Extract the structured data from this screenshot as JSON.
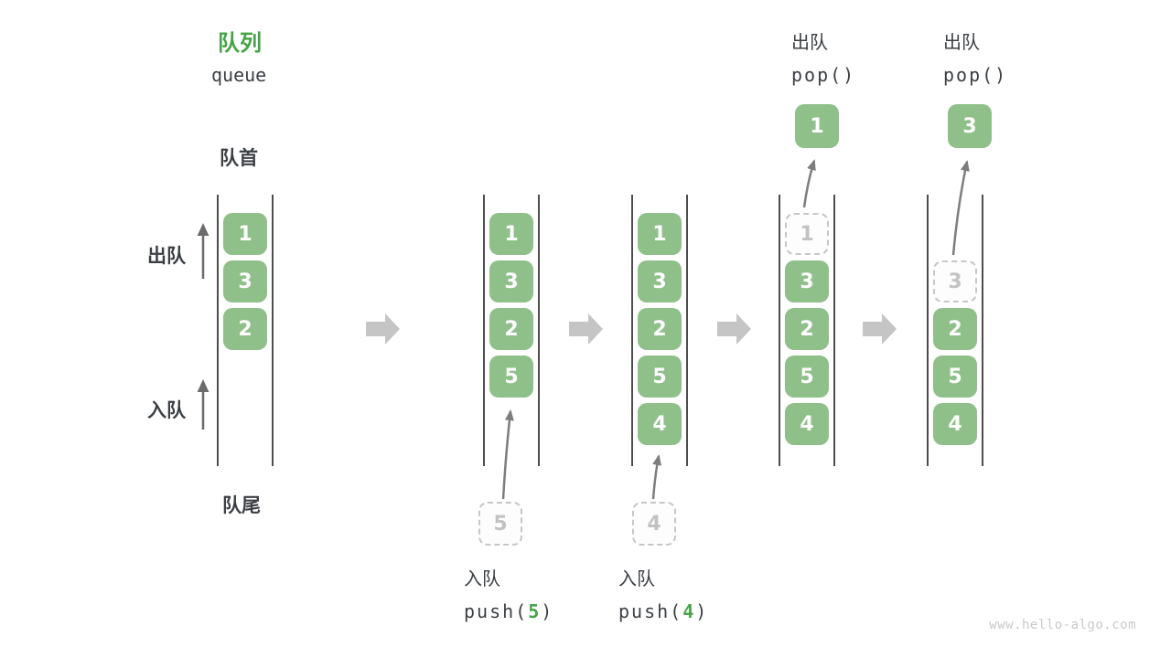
{
  "header": {
    "title_cn": "队列",
    "title_en": "queue"
  },
  "labels": {
    "front": "队首",
    "rear": "队尾",
    "dequeue": "出队",
    "enqueue": "入队"
  },
  "watermark": "www.hello-algo.com",
  "colors": {
    "box_green": "#8FC08A",
    "accent_green": "#47A348",
    "text_dark": "#3C4045",
    "block_arrow_gray": "#C5C5C5",
    "connector_gray": "#7D7D7D",
    "dashed_gray": "#C6C6C6",
    "wall_gray": "#4D4D4D",
    "watermark_gray": "#C9C9C9"
  },
  "states": [
    {
      "cells": [
        {
          "v": "1"
        },
        {
          "v": "3"
        },
        {
          "v": "2"
        }
      ]
    },
    {
      "cells": [
        {
          "v": "1"
        },
        {
          "v": "3"
        },
        {
          "v": "2"
        },
        {
          "v": "5"
        }
      ],
      "incoming": "5",
      "op": {
        "label": "入队",
        "fn": "push(",
        "arg": "5",
        "close": ")"
      }
    },
    {
      "cells": [
        {
          "v": "1"
        },
        {
          "v": "3"
        },
        {
          "v": "2"
        },
        {
          "v": "5"
        },
        {
          "v": "4"
        }
      ],
      "incoming": "4",
      "op": {
        "label": "入队",
        "fn": "push(",
        "arg": "4",
        "close": ")"
      }
    },
    {
      "cells": [
        {
          "v": "1",
          "removed": true
        },
        {
          "v": "3"
        },
        {
          "v": "2"
        },
        {
          "v": "5"
        },
        {
          "v": "4"
        }
      ],
      "popped": "1",
      "op": {
        "label": "出队",
        "fn": "pop(",
        "arg": "",
        "close": ")"
      }
    },
    {
      "cells": [
        {
          "v": "3",
          "removed": true
        },
        {
          "v": "2"
        },
        {
          "v": "5"
        },
        {
          "v": "4"
        }
      ],
      "popped": "3",
      "op": {
        "label": "出队",
        "fn": "pop(",
        "arg": "",
        "close": ")"
      }
    }
  ]
}
